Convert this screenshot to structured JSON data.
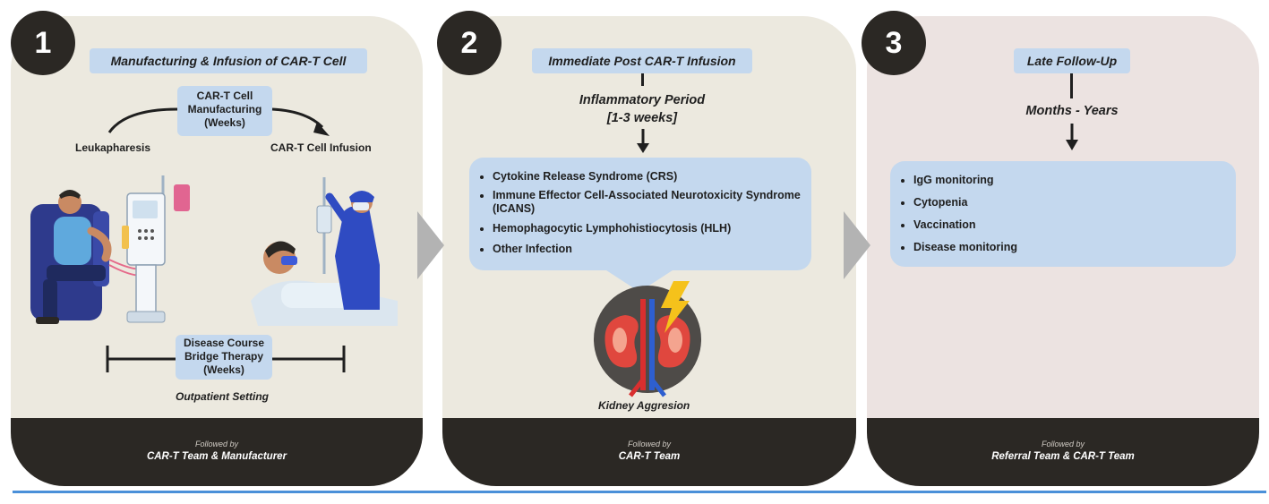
{
  "panel1": {
    "number": "1",
    "title": "Manufacturing & Infusion of CAR-T Cell",
    "manufacturing_box": [
      "CAR-T Cell",
      "Manufacturing",
      "(Weeks)"
    ],
    "left_label": "Leukapharesis",
    "right_label": "CAR-T Cell Infusion",
    "bridge_box": [
      "Disease Course",
      "Bridge Therapy",
      "(Weeks)"
    ],
    "setting_label": "Outpatient Setting",
    "footer_by": "Followed by",
    "footer_team": "CAR-T Team & Manufacturer"
  },
  "panel2": {
    "number": "2",
    "title": "Immediate Post CAR-T Infusion",
    "period_label": [
      "Inflammatory Period",
      "[1-3 weeks]"
    ],
    "items": [
      "Cytokine Release Syndrome (CRS)",
      "Immune Effector Cell-Associated Neurotoxicity Syndrome (ICANS)",
      "Hemophagocytic Lymphohistiocytosis (HLH)",
      "Other Infection"
    ],
    "kidney_label": "Kidney Aggresion",
    "footer_by": "Followed by",
    "footer_team": "CAR-T Team"
  },
  "panel3": {
    "number": "3",
    "title": "Late Follow-Up",
    "period_label": "Months - Years",
    "items": [
      "IgG monitoring",
      "Cytopenia",
      "Vaccination",
      "Disease monitoring"
    ],
    "footer_by": "Followed by",
    "footer_team": "Referral Team & CAR-T Team"
  },
  "icons": [
    "apheresis-patient-icon",
    "apheresis-machine-icon",
    "infusion-nurse-icon",
    "kidney-icon",
    "lightning-icon"
  ],
  "colors": {
    "panel_bg": "#ece9df",
    "panel3_bg": "#ece3e1",
    "footer_bg": "#2b2824",
    "box_bg": "#c4d8ee",
    "chevron": "#b3b3b3",
    "rule": "#4a90d9"
  }
}
